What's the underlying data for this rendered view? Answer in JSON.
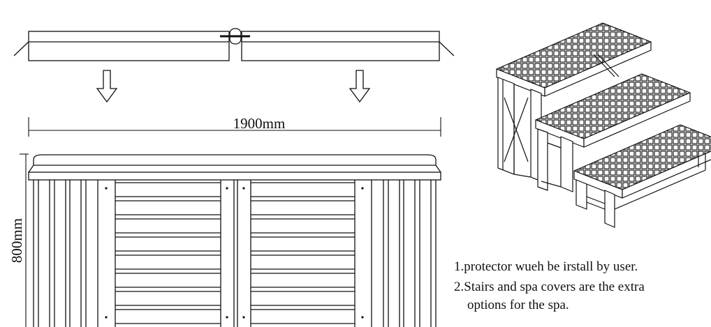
{
  "dimensions": {
    "width_label": "1900mm",
    "height_label": "800mm"
  },
  "notes": [
    "1.protector wueh be irstall by user.",
    "2.Stairs and spa covers are the extra",
    "options for the spa."
  ],
  "icons": {
    "arrow": "down-arrow-icon",
    "stairs": "spa-stairs-icon"
  }
}
